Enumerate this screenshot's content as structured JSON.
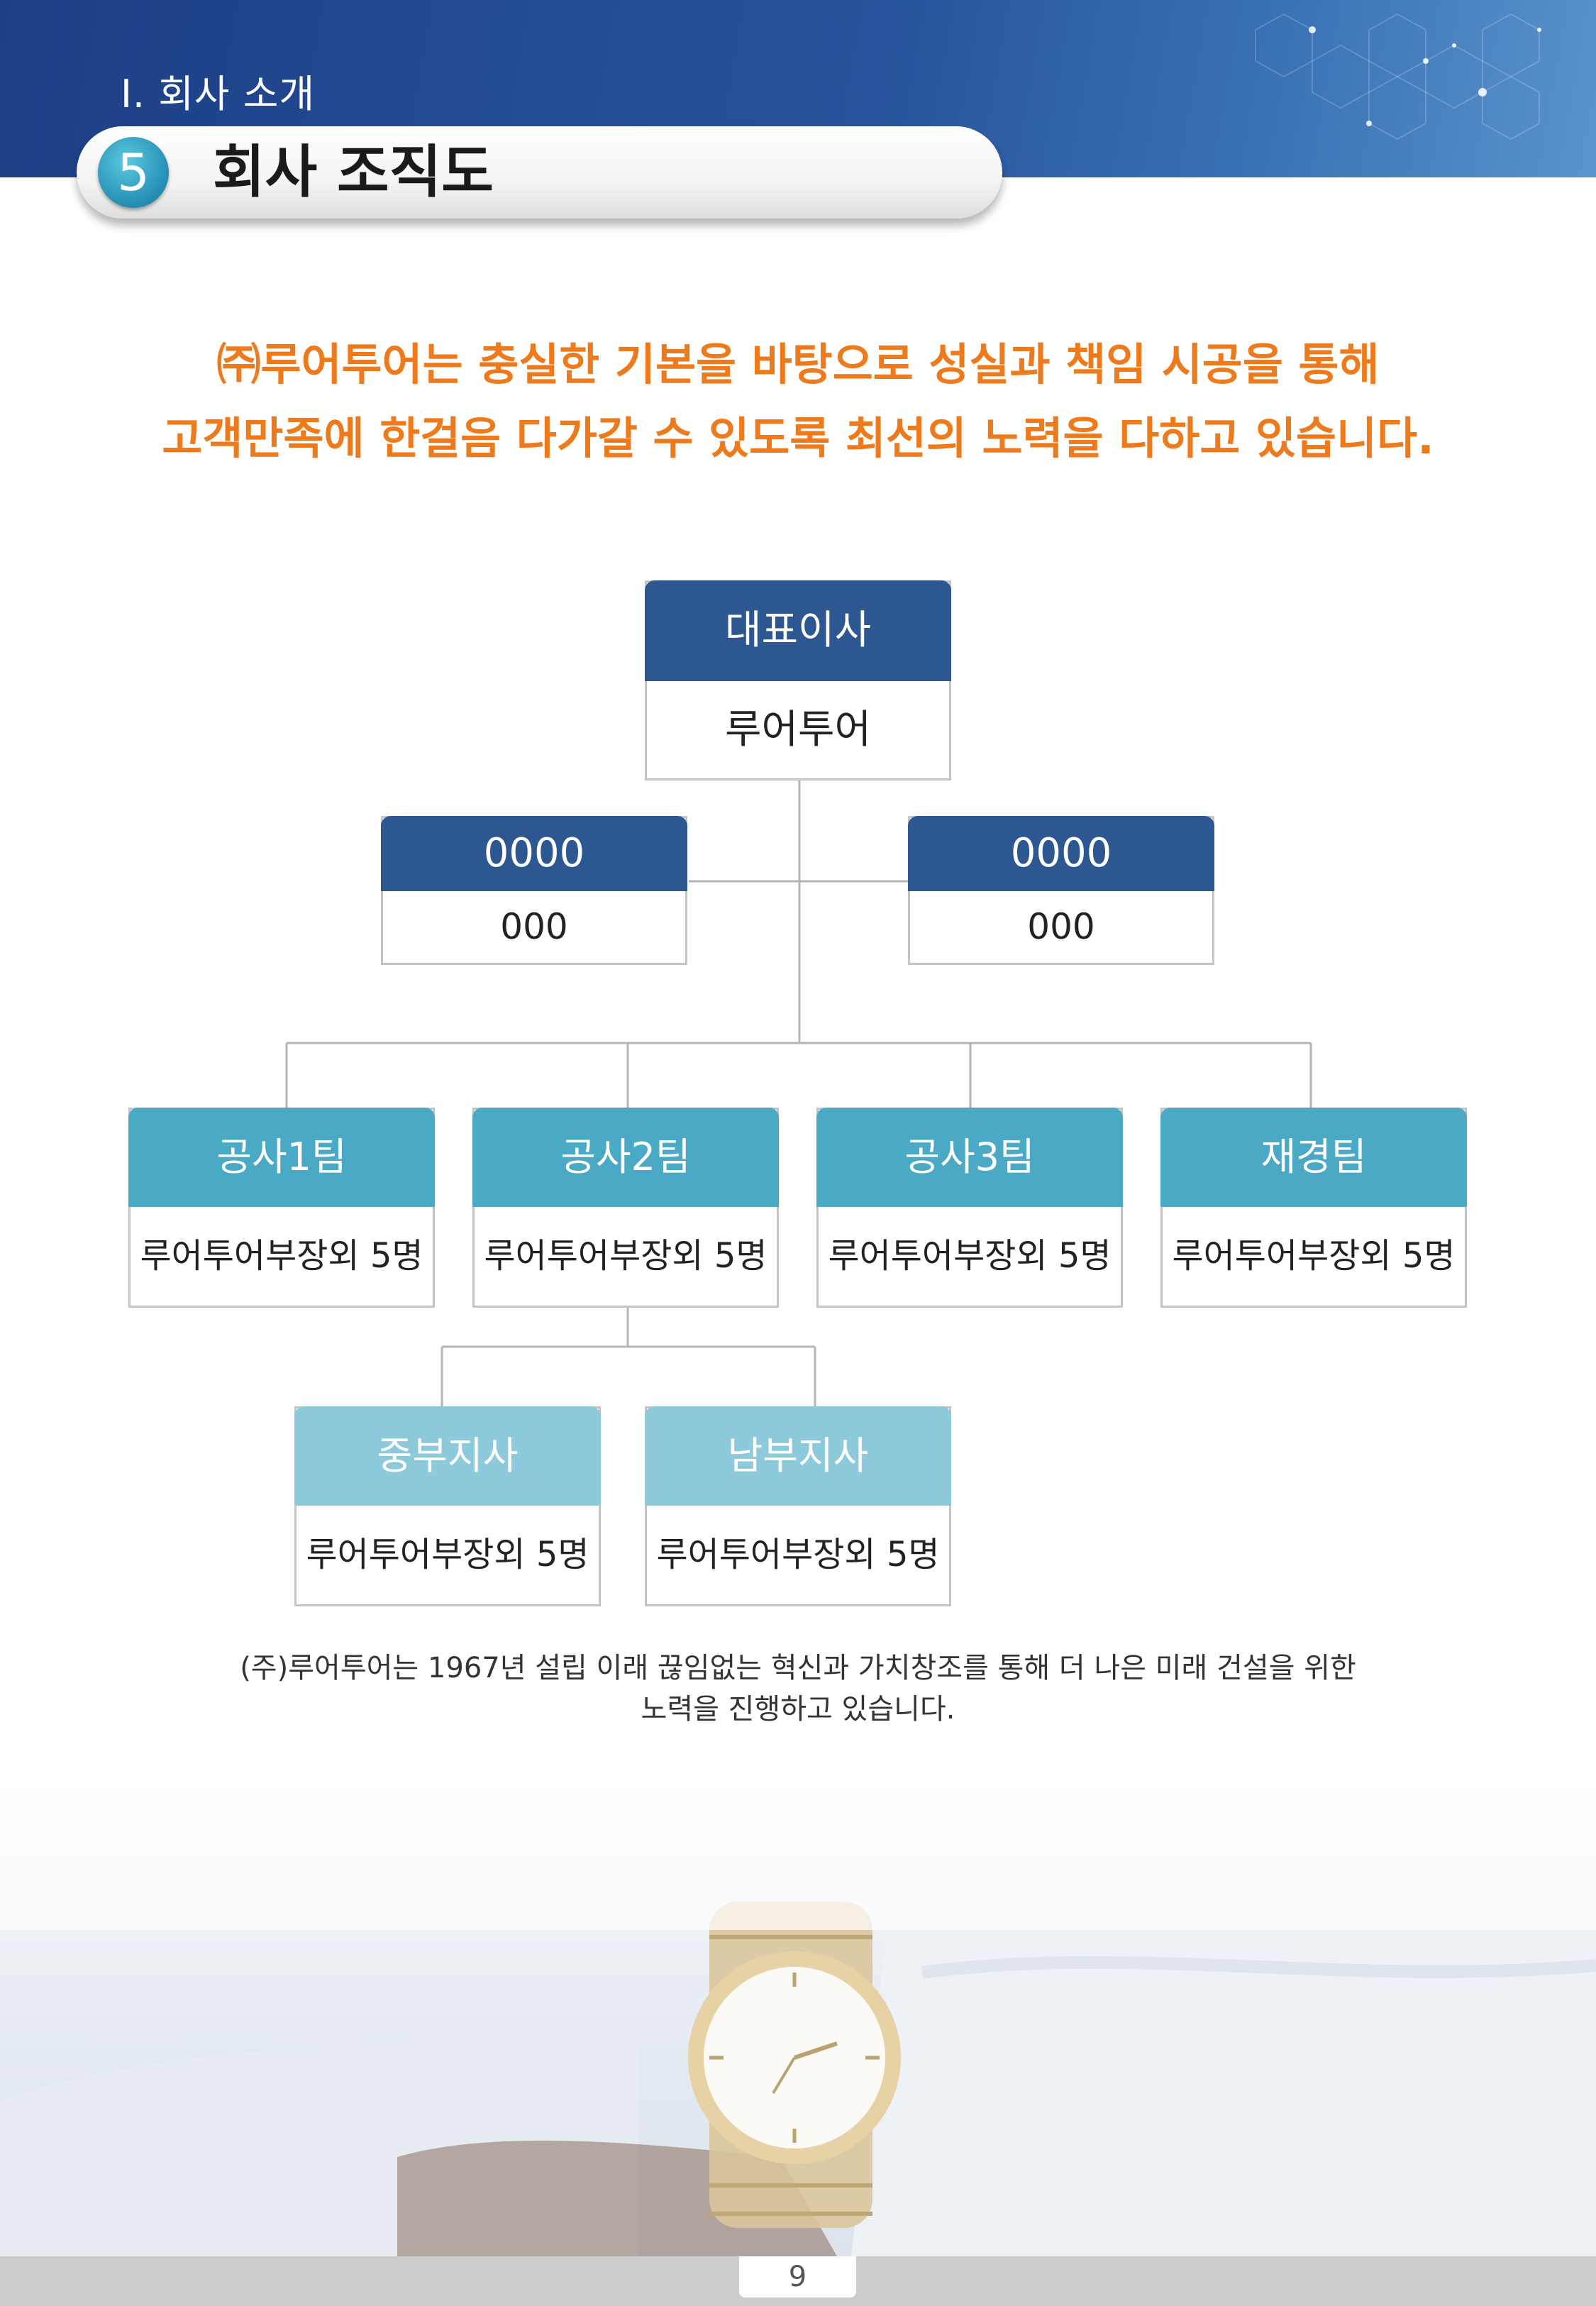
{
  "header": {
    "section_label": "I. 회사 소개",
    "title_number": "5",
    "title_text": "회사 조직도"
  },
  "lead": {
    "line1": "㈜루어투어는 충실한 기본을 바탕으로 성실과 책임 시공을 통해",
    "line2": "고객만족에 한걸음 다가갈 수 있도록 최선의 노력을 다하고 있습니다."
  },
  "org": {
    "ceo": {
      "title": "대표이사",
      "name": "루어투어"
    },
    "left_staff": {
      "title": "0000",
      "name": "000"
    },
    "right_staff": {
      "title": "0000",
      "name": "000"
    },
    "teams": [
      {
        "title": "공사1팀",
        "members": "루어투어부장외 5명"
      },
      {
        "title": "공사2팀",
        "members": "루어투어부장외 5명"
      },
      {
        "title": "공사3팀",
        "members": "루어투어부장외 5명"
      },
      {
        "title": "재경팀",
        "members": "루어투어부장외 5명"
      }
    ],
    "branches": [
      {
        "title": "중부지사",
        "members": "루어투어부장외 5명"
      },
      {
        "title": "남부지사",
        "members": "루어투어부장외 5명"
      }
    ]
  },
  "note": {
    "line1": "(주)루어투어는 1967년 설립 이래 끊임없는 혁신과 가치창조를 통해 더 나은 미래 건설을 위한",
    "line2": "노력을 진행하고 있습니다."
  },
  "footer": {
    "page_number": "9"
  },
  "colors": {
    "header_blue": "#27549c",
    "box_navy": "#2c5790",
    "box_teal": "#4aaac6",
    "box_light_teal": "#8dcbdc",
    "lead_orange": "#ee7a1c"
  }
}
